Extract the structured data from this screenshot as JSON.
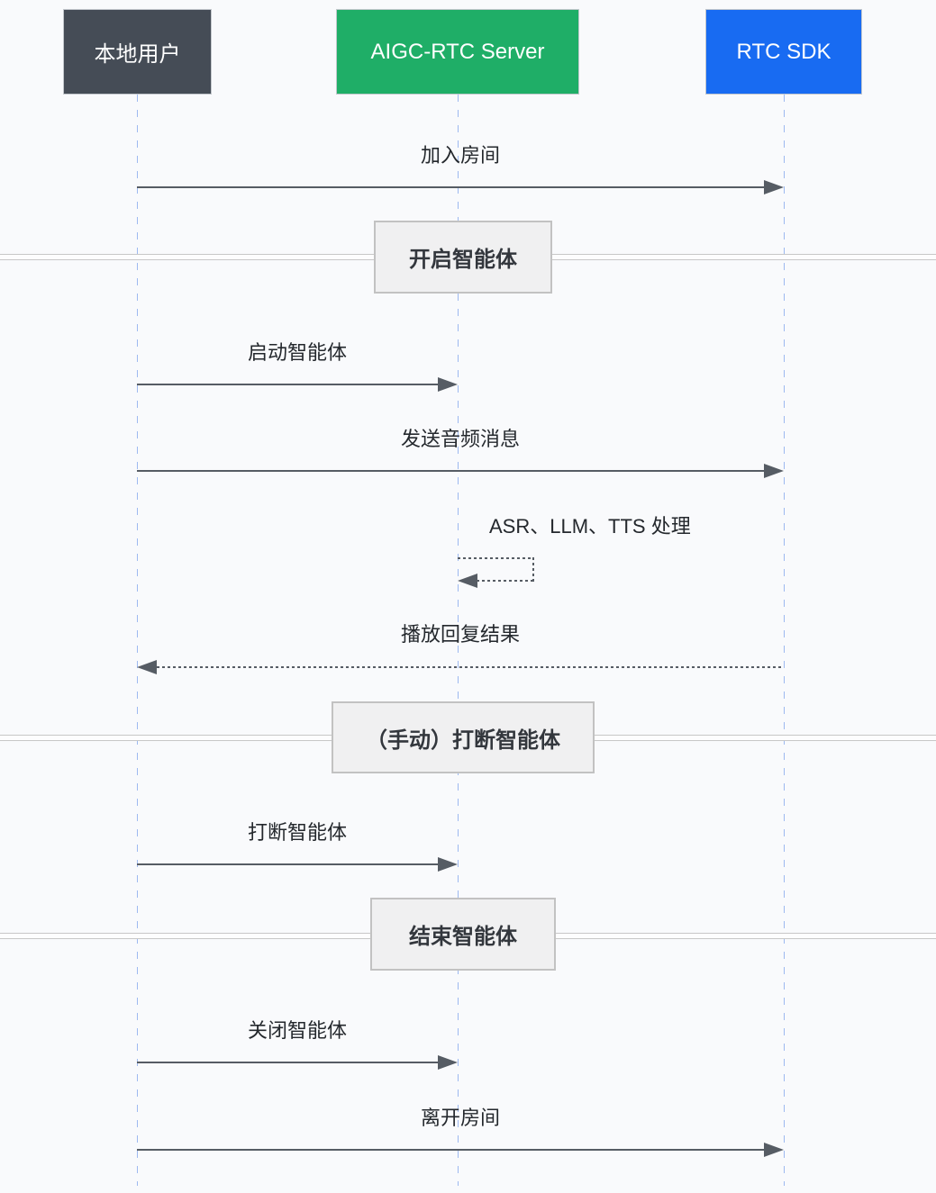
{
  "diagram": {
    "type": "sequence-diagram",
    "participants": [
      {
        "name": "本地用户",
        "color": "#454c56"
      },
      {
        "name": "AIGC-RTC Server",
        "color": "#1fae67"
      },
      {
        "name": "RTC SDK",
        "color": "#186bf2"
      }
    ],
    "messages": [
      {
        "label": "加入房间",
        "from": "本地用户",
        "to": "RTC SDK",
        "style": "solid"
      },
      {
        "label": "启动智能体",
        "from": "本地用户",
        "to": "AIGC-RTC Server",
        "style": "solid"
      },
      {
        "label": "发送音频消息",
        "from": "本地用户",
        "to": "RTC SDK",
        "style": "solid"
      },
      {
        "label": "ASR、LLM、TTS 处理",
        "from": "AIGC-RTC Server",
        "to": "AIGC-RTC Server",
        "style": "dotted-self"
      },
      {
        "label": "播放回复结果",
        "from": "RTC SDK",
        "to": "本地用户",
        "style": "dotted"
      },
      {
        "label": "打断智能体",
        "from": "本地用户",
        "to": "AIGC-RTC Server",
        "style": "solid"
      },
      {
        "label": "关闭智能体",
        "from": "本地用户",
        "to": "AIGC-RTC Server",
        "style": "solid"
      },
      {
        "label": "离开房间",
        "from": "本地用户",
        "to": "RTC SDK",
        "style": "solid"
      }
    ],
    "dividers": [
      {
        "label": "开启智能体"
      },
      {
        "label": "（手动）打断智能体"
      },
      {
        "label": "结束智能体"
      }
    ],
    "colors": {
      "background": "#f9fafc",
      "lifeline": "#9db9f0",
      "arrow": "#565c64",
      "label_text": "#24282d",
      "divider_fill": "#f0f0f1",
      "divider_border": "#c2c2c2",
      "divider_line": "#c7c7c7",
      "participant_text": "#ffffff"
    }
  }
}
